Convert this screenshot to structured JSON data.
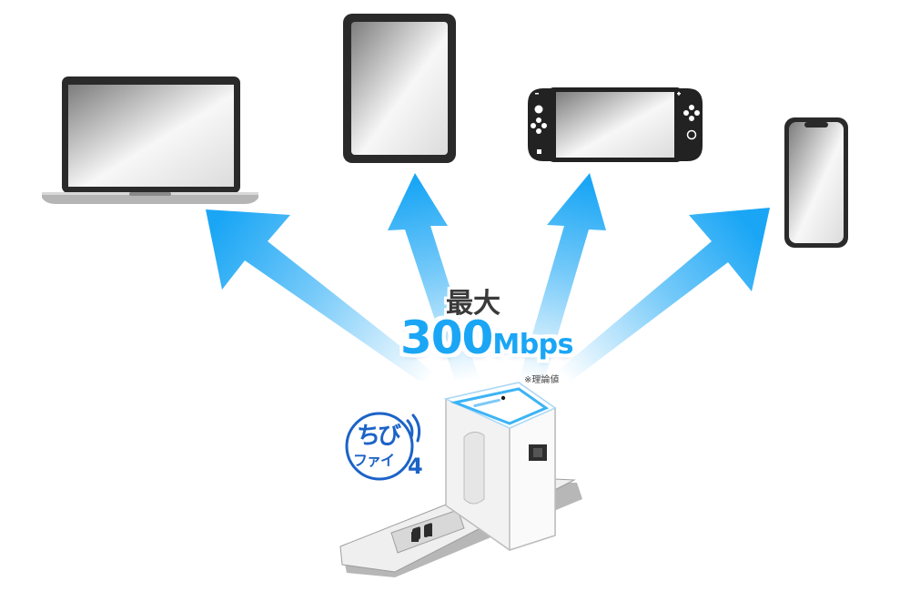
{
  "speed": {
    "prefix": "最大",
    "value": "300",
    "unit": "Mbps",
    "note": "※理論値"
  },
  "logo": {
    "line1": "ちび",
    "line2": "ファイ",
    "number": "4"
  },
  "colors": {
    "arrow": "#1aa6f5",
    "logo": "#1c63c7",
    "device_body": "#222222"
  },
  "icons": [
    "laptop-icon",
    "tablet-icon",
    "game-console-icon",
    "smartphone-icon",
    "wifi-extender-icon",
    "power-outlet-icon"
  ]
}
